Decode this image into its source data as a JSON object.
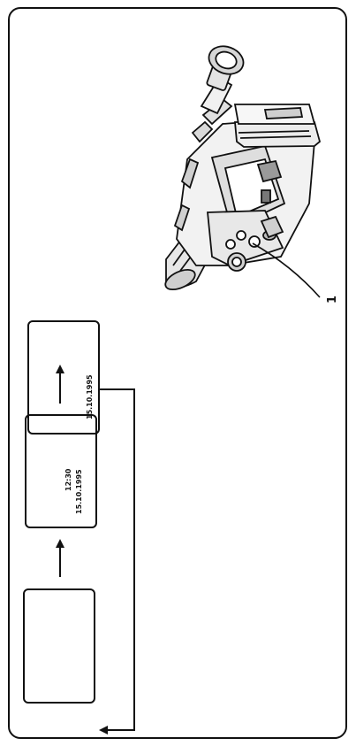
{
  "diagram": {
    "screens": [
      {
        "lines": []
      },
      {
        "lines": [
          "12:30",
          "15.10.1995"
        ]
      },
      {
        "lines": [
          "15.10.1995"
        ]
      }
    ],
    "callout_label": "1",
    "colors": {
      "ink": "#111111",
      "paper": "#ffffff"
    }
  }
}
